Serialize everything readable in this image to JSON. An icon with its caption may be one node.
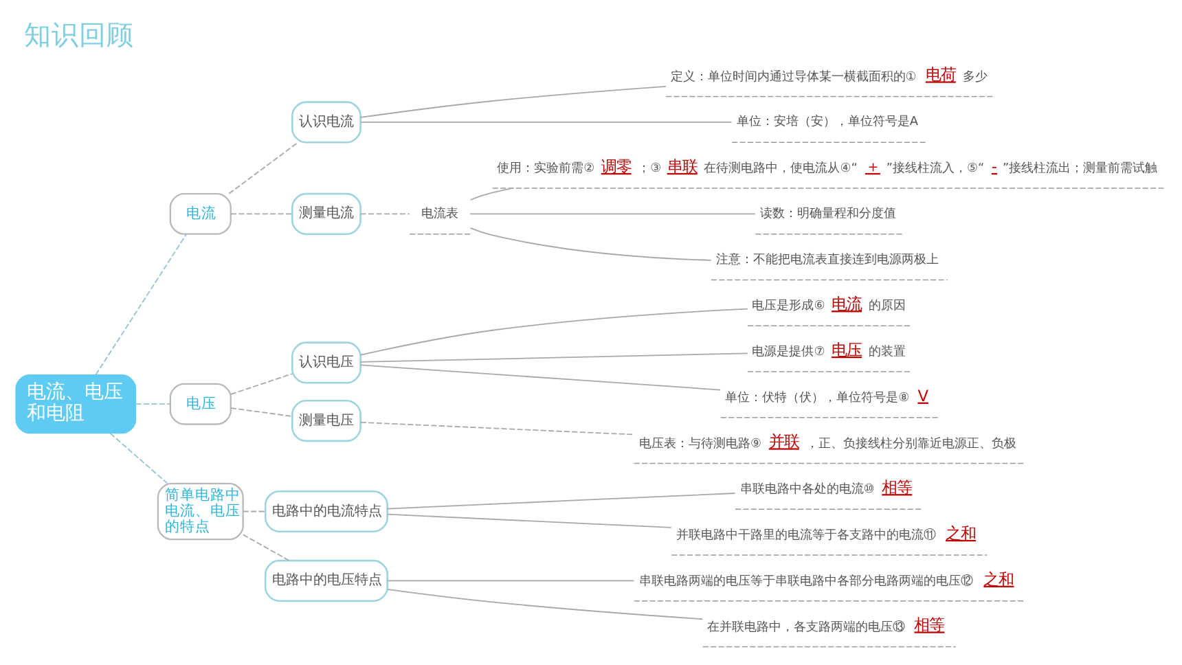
{
  "diagram": {
    "title": "知识回顾",
    "nodes": [
      {
        "text": [
          "电流、电压和电阻"
        ]
      },
      {
        "text": [
          "电流"
        ]
      },
      {
        "text": [
          "认识电流"
        ]
      },
      {
        "text": [
          "定义：单位时间内通过导体某一横截面积的①**电荷**多少"
        ]
      },
      {
        "text": [
          "单位：安培（安），单位符号是A"
        ]
      },
      {
        "text": [
          "测量电流"
        ]
      },
      {
        "text": [
          "电流表"
        ]
      },
      {
        "text": [
          "使用：实验前需②**调零**；③**串联**在待测电路中，使电流从④“**＋**”接线柱流入，⑤“**-**”接线柱流出；测量前需试触"
        ]
      },
      {
        "text": [
          "读数：明确量程和分度值"
        ]
      },
      {
        "text": [
          "注意：不能把电流表直接连到电源两极上"
        ]
      },
      {
        "text": [
          "电压"
        ]
      },
      {
        "text": [
          "认识电压"
        ]
      },
      {
        "text": [
          "电压是形成⑥**电流**的原因"
        ]
      },
      {
        "text": [
          "电源是提供⑦**电压**的装置"
        ]
      },
      {
        "text": [
          "单位：伏特（伏），单位符号是⑧**V**"
        ]
      },
      {
        "text": [
          "测量电压"
        ]
      },
      {
        "text": [
          "电压表：与待测电路⑨**并联**，正、负接线柱分别靠近电源正、负极"
        ]
      },
      {
        "text": [
          "简单电路中电流、电压的特点"
        ]
      },
      {
        "text": [
          "电路中的电流特点"
        ]
      },
      {
        "text": [
          "串联电路中各处的电流⑩**相等**"
        ]
      },
      {
        "text": [
          "并联电路中干路里的电流等于各支路中的电流⑪**之和**"
        ]
      },
      {
        "text": [
          "电路中的电压特点"
        ]
      },
      {
        "text": [
          "串联电路两端的电压等于串联电路中各部分电路两端的电压⑫**之和**"
        ]
      },
      {
        "text": [
          "在并联电路中，各支路两端的电压⑬**相等**"
        ]
      }
    ],
    "edges": [
      {
        "from": 0,
        "to": 1,
        "arrow": "none",
        "style": "dashed",
        "color": "#8fc3d3"
      },
      {
        "from": 1,
        "to": 2,
        "arrow": "none",
        "style": "dashed"
      },
      {
        "from": 2,
        "to": 3,
        "arrow": "none"
      },
      {
        "from": 2,
        "to": 4,
        "arrow": "none"
      },
      {
        "from": 1,
        "to": 5,
        "arrow": "none",
        "style": "dashed"
      },
      {
        "from": 5,
        "to": 6,
        "arrow": "none",
        "style": "dashed"
      },
      {
        "from": 6,
        "to": 7,
        "arrow": "none"
      },
      {
        "from": 6,
        "to": 8,
        "arrow": "none"
      },
      {
        "from": 6,
        "to": 9,
        "arrow": "none"
      },
      {
        "from": 0,
        "to": 10,
        "arrow": "none",
        "style": "dashed",
        "color": "#8fc3d3"
      },
      {
        "from": 10,
        "to": 11,
        "arrow": "none",
        "style": "dashed"
      },
      {
        "from": 11,
        "to": 12,
        "arrow": "none"
      },
      {
        "from": 11,
        "to": 13,
        "arrow": "none"
      },
      {
        "from": 11,
        "to": 14,
        "arrow": "none"
      },
      {
        "from": 10,
        "to": 15,
        "arrow": "none",
        "style": "dashed"
      },
      {
        "from": 15,
        "to": 16,
        "arrow": "none",
        "style": "dashed"
      },
      {
        "from": 0,
        "to": 17,
        "arrow": "none",
        "style": "dashed",
        "color": "#8fc3d3"
      },
      {
        "from": 17,
        "to": 18,
        "arrow": "none",
        "style": "dashed"
      },
      {
        "from": 18,
        "to": 19,
        "arrow": "none"
      },
      {
        "from": 18,
        "to": 20,
        "arrow": "none"
      },
      {
        "from": 17,
        "to": 21,
        "arrow": "none",
        "style": "dashed"
      },
      {
        "from": 21,
        "to": 22,
        "arrow": "none"
      },
      {
        "from": 21,
        "to": 23,
        "arrow": "none"
      }
    ]
  }
}
